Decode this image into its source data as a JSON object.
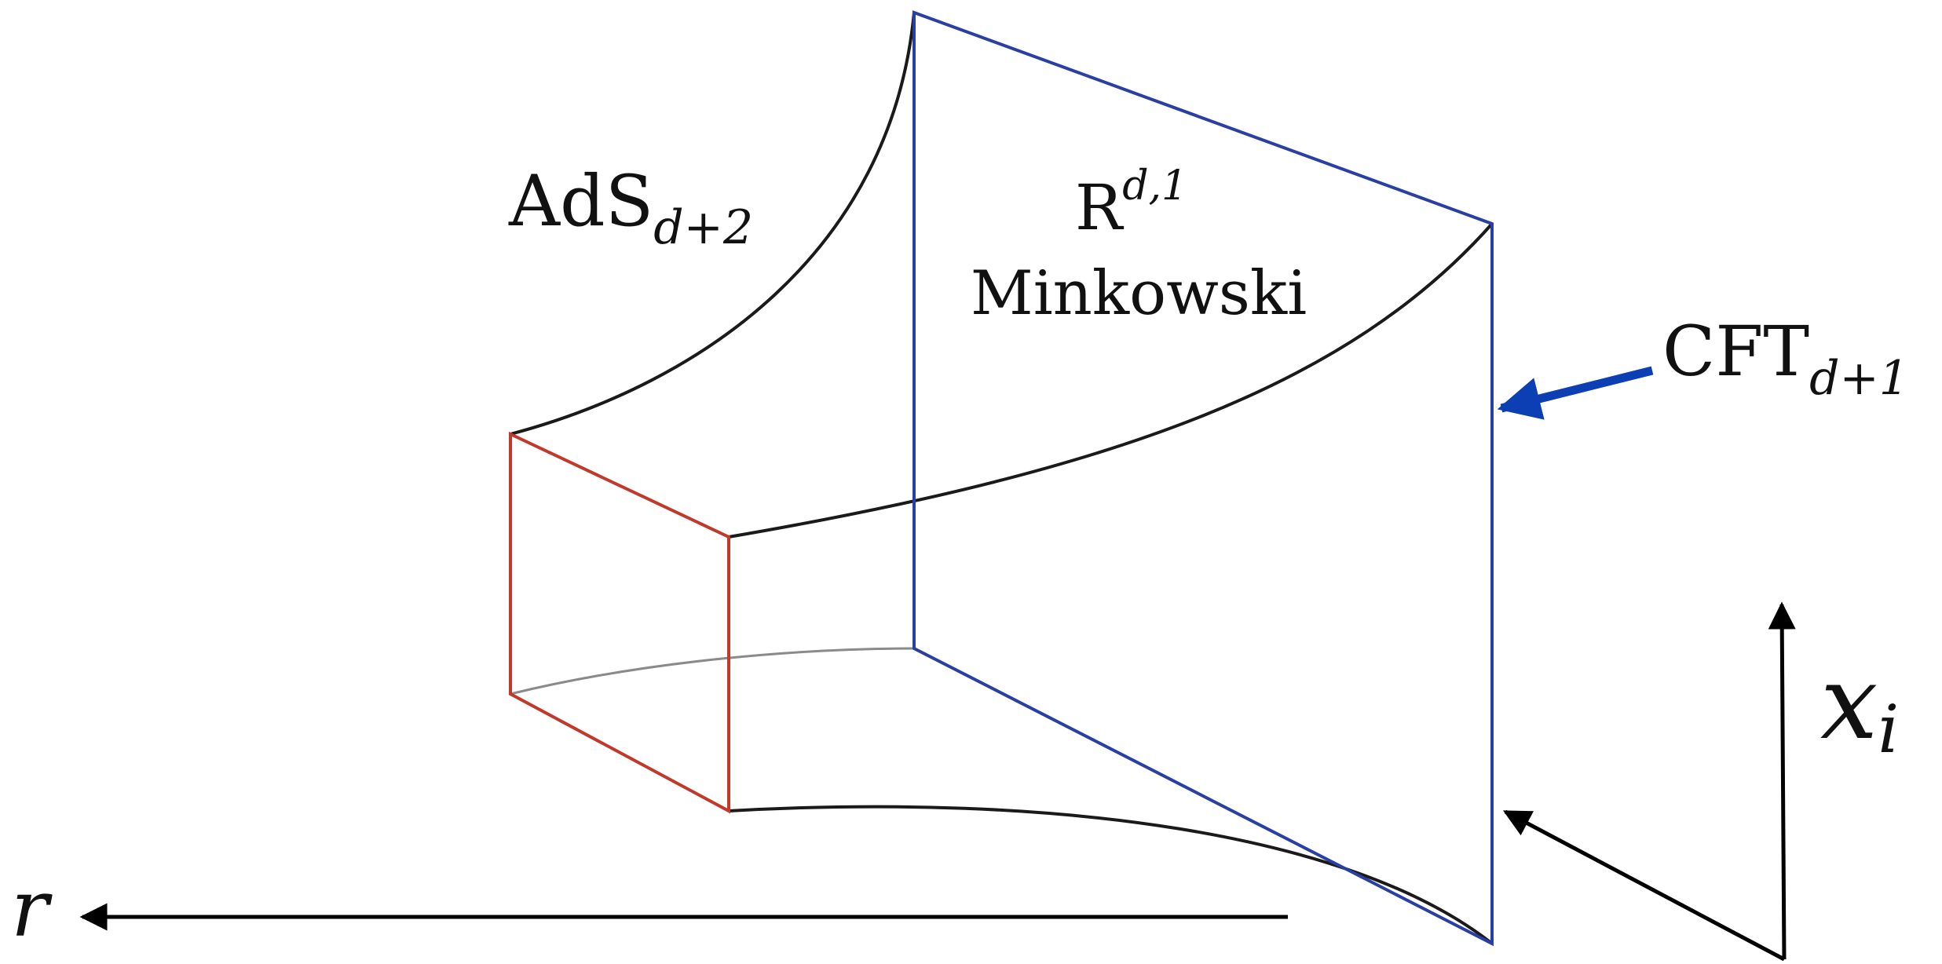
{
  "labels": {
    "ads": {
      "base": "AdS",
      "sub": "d+2"
    },
    "minkowski": {
      "base": "R",
      "sup": "d,1",
      "caption": "Minkowski"
    },
    "cft": {
      "base": "CFT",
      "sub": "d+1"
    },
    "r_axis": "r",
    "x_axis": {
      "base": "x",
      "sub": "i"
    }
  },
  "colors": {
    "boundary": "#2a3fa3",
    "interior_box": "#c0392b",
    "bulk_lines": "#1a1a1a",
    "cft_arrow": "#0b3fb3",
    "axes": "#000000"
  }
}
